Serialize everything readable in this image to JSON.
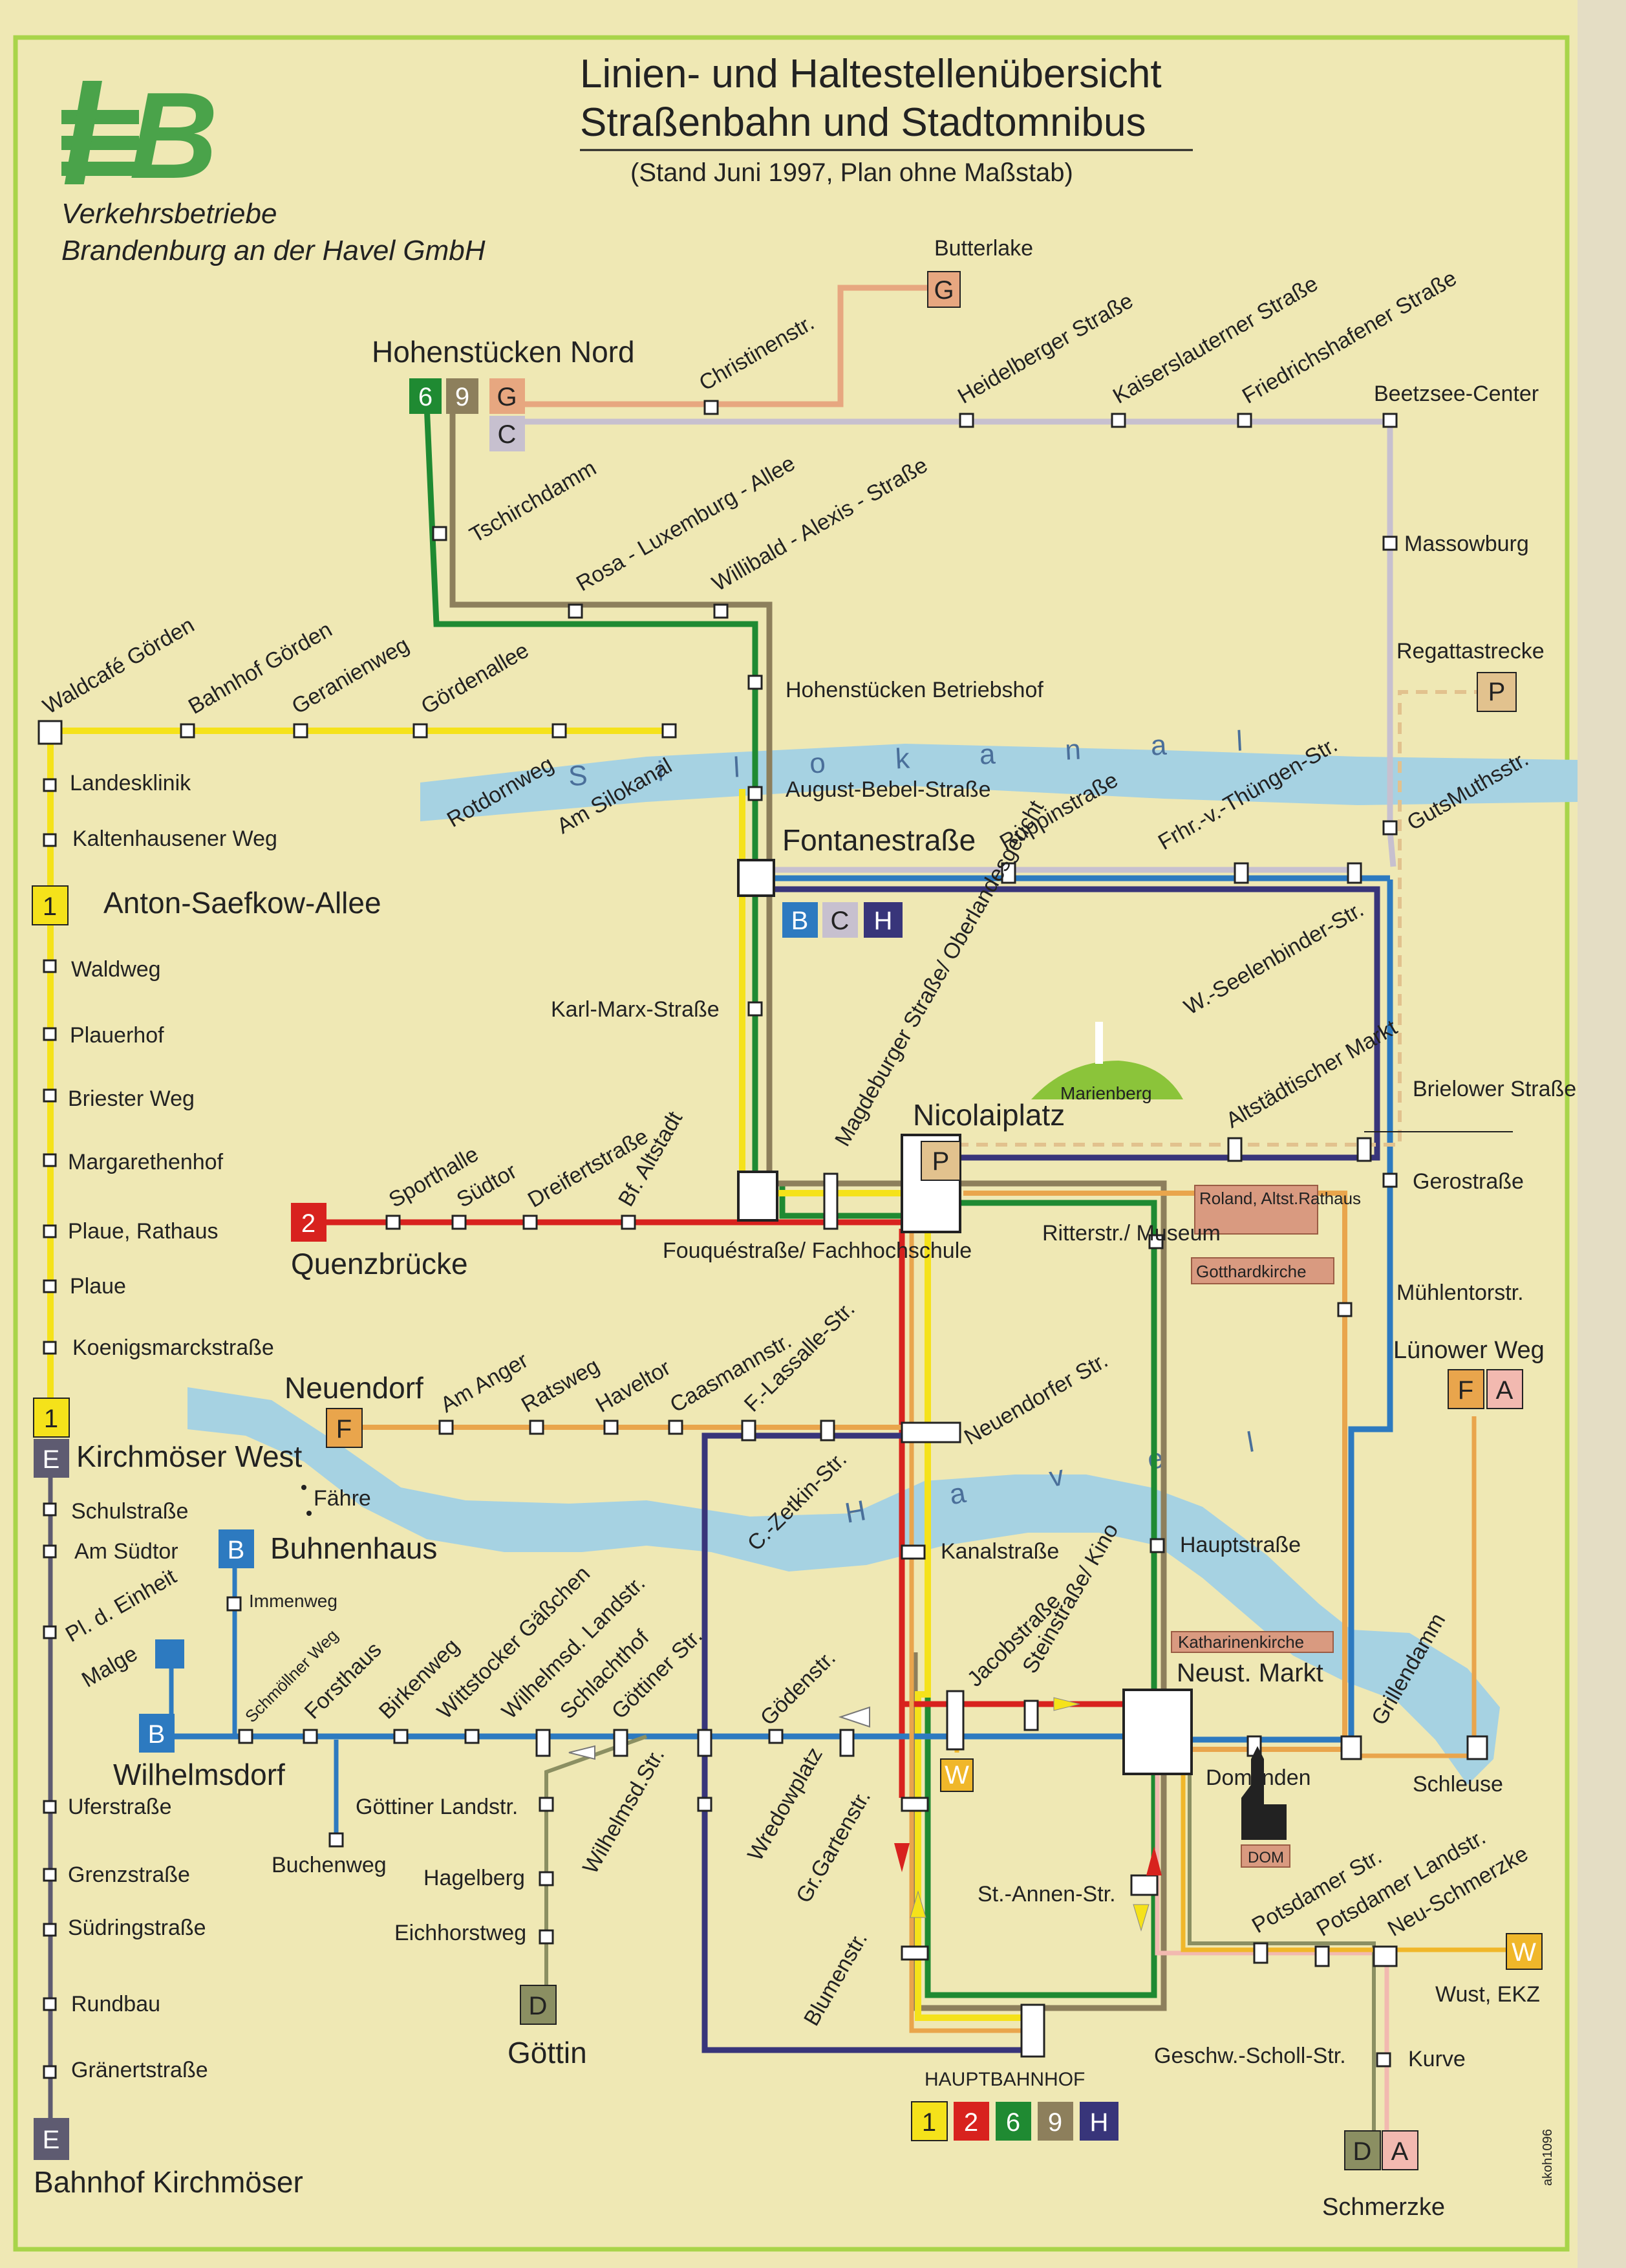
{
  "colors": {
    "line1": "#f5e21a",
    "line2": "#d8221e",
    "line6": "#1f8a32",
    "line9": "#8d7f5c",
    "lineB": "#2d7ac0",
    "lineC": "#c7c0cf",
    "lineD": "#8b8f62",
    "lineE": "#5e5b71",
    "lineF": "#e9a54c",
    "lineG": "#e7a780",
    "lineH": "#38357a",
    "lineP": "#e2c28e",
    "lineW": "#f0b72a",
    "water": "#a6d2e2",
    "logo": "#4aa34a",
    "background": "#efe8b4"
  },
  "header": {
    "title_line1": "Linien- und Haltestellenübersicht",
    "title_line2": "Straßenbahn und Stadtomnibus",
    "subtitle": "(Stand  Juni 1997, Plan ohne Maßstab)",
    "logo_text": "B",
    "company_line1": "Verkehrsbetriebe",
    "company_line2": "Brandenburg an der Havel GmbH"
  },
  "waters": {
    "silokanal": "S i l o k a n a l",
    "havel": "H a v e l"
  },
  "badges": [
    "6",
    "9",
    "G",
    "C",
    "B",
    "H",
    "1",
    "2",
    "E",
    "D",
    "F",
    "A",
    "W",
    "P"
  ],
  "landmarks": {
    "marienberg": "Marienberg",
    "roland": "Roland, Altst.Rathaus",
    "gotthard": "Gotthardkirche",
    "katharinen": "Katharinenkirche",
    "dom": "DOM"
  },
  "stops": {
    "hohenstuecken_nord": "Hohenstücken Nord",
    "butterlake": "Butterlake",
    "christinenstr": "Christinenstr.",
    "heidelberger": "Heidelberger Straße",
    "kaiserslauterner": "Kaiserslauterner Straße",
    "friedrichshafener": "Friedrichshafener Straße",
    "beetzsee": "Beetzsee-Center",
    "massowburg": "Massowburg",
    "regattastrecke": "Regattastrecke",
    "gutsmuths": "GutsMuthsstr.",
    "tschirchdamm": "Tschirchdamm",
    "rosa_luxemburg": "Rosa - Luxemburg - Allee",
    "willibald": "Willibald - Alexis - Straße",
    "hohenstuecken_bh": "Hohenstücken Betriebshof",
    "august_bebel": "August-Bebel-Straße",
    "fontanestr": "Fontanestraße",
    "ruppiner": "Ruppinstraße",
    "thuengen": "Frhr.-v.-Thüngen-Str.",
    "seelenbinder": "W.-Seelenbinder-Str.",
    "waldcafe": "Waldcafé Görden",
    "bf_goerden": "Bahnhof Görden",
    "geranienweg": "Geranienweg",
    "goerdenallee": "Gördenallee",
    "rotdornweg": "Rotdornweg",
    "am_silokanal": "Am Silokanal",
    "landesklinik": "Landesklinik",
    "kaltenhausener": "Kaltenhausener Weg",
    "anton_saefkow": "Anton-Saefkow-Allee",
    "waldweg": "Waldweg",
    "plauerhof": "Plauerhof",
    "briester": "Briester Weg",
    "margarethenhof": "Margarethenhof",
    "plaue_rathaus": "Plaue, Rathaus",
    "plaue": "Plaue",
    "koenigsmarck": "Koenigsmarckstraße",
    "karl_marx": "Karl-Marx-Straße",
    "magdeburger": "Magdeburger Straße/ Oberlandesgericht",
    "nicolaiplatz": "Nicolaiplatz",
    "altstaedtischer": "Altstädtischer Markt",
    "brielower": "Brielower Straße",
    "gerostr": "Gerostraße",
    "sporthalle": "Sporthalle",
    "suedtor": "Südtor",
    "dreifert": "Dreifertstraße",
    "bf_altstadt": "Bf. Altstadt",
    "quenzbruecke": "Quenzbrücke",
    "fouque": "Fouquéstraße/ Fachhochschule",
    "ritterstr": "Ritterstr./ Museum",
    "muehlentor": "Mühlentorstr.",
    "luenower": "Lünower Weg",
    "neuendorf": "Neuendorf",
    "am_anger": "Am Anger",
    "ratsweg": "Ratsweg",
    "haveltor": "Haveltor",
    "caasmann": "Caasmannstr.",
    "lassalle": "F.-Lassalle-Str.",
    "neuendorfer": "Neuendorfer Str.",
    "kirchmoeser_west": "Kirchmöser West",
    "faehre": "Fähre",
    "schulstrasse": "Schulstraße",
    "am_suedtor": "Am Südtor",
    "pl_einheit": "Pl. d. Einheit",
    "buhnenhaus": "Buhnenhaus",
    "immenweg": "Immenweg",
    "malge": "Malge",
    "wilhelmsdorf": "Wilhelmsdorf",
    "schmoellner": "Schmöllner Weg",
    "forsthaus": "Forsthaus",
    "birkenweg": "Birkenweg",
    "wittstocker": "Wittstocker Gäßchen",
    "wilhelmsd_landstr": "Wilhelmsd. Landstr.",
    "schlachthof": "Schlachthof",
    "goettiner_str": "Göttiner Str.",
    "zetkin": "C.-Zetkin-Str.",
    "kanalstrasse": "Kanalstraße",
    "hauptstrasse": "Hauptstraße",
    "goedenstr": "Gödenstr.",
    "jacobstrasse": "Jacobstraße",
    "steinstrasse": "Steinstraße/ Kino",
    "neust_markt": "Neust. Markt",
    "grillendamm": "Grillendamm",
    "domlinden": "Domlinden",
    "schleuse": "Schleuse",
    "uferstrasse": "Uferstraße",
    "grenzstrasse": "Grenzstraße",
    "suedring": "Südringstraße",
    "rundbau": "Rundbau",
    "graenert": "Gränertstraße",
    "bf_kirchmoeser": "Bahnhof Kirchmöser",
    "goettiner_landstr": "Göttiner Landstr.",
    "buchenweg": "Buchenweg",
    "hagelberg": "Hagelberg",
    "eichhorstweg": "Eichhorstweg",
    "goettin": "Göttin",
    "wilhelmsd_str": "Wilhelmsd.Str.",
    "wredowplatz": "Wredowplatz",
    "gr_garten": "Gr.Gartenstr.",
    "st_annen": "St.-Annen-Str.",
    "blumenstr": "Blumenstr.",
    "hauptbahnhof": "HAUPTBAHNHOF",
    "geschw_scholl": "Geschw.-Scholl-Str.",
    "potsdamer_str": "Potsdamer Str.",
    "potsdamer_landstr": "Potsdamer Landstr.",
    "neu_schmerzke": "Neu-Schmerzke",
    "wust": "Wust, EKZ",
    "kurve": "Kurve",
    "schmerzke": "Schmerzke"
  },
  "footer_code": "akoh1096"
}
